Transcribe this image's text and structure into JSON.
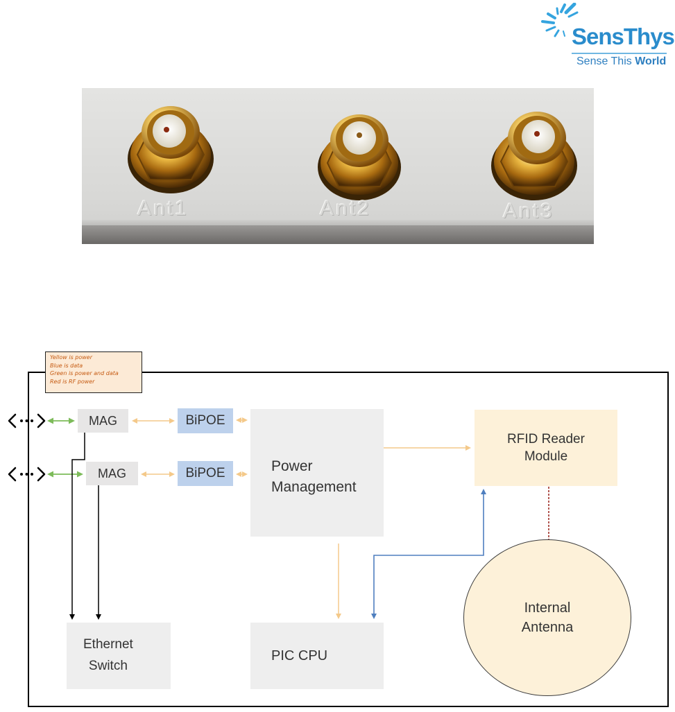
{
  "logo": {
    "name_part1": "Sens",
    "name_part2": "Thys",
    "tagline_part1": "Sense ",
    "tagline_part2": "This ",
    "tagline_part3": "World",
    "brand_color": "#2a8ccc"
  },
  "photo": {
    "port_labels": [
      "Ant1",
      "Ant2",
      "Ant3"
    ]
  },
  "legend": {
    "lines": [
      "Yellow is power",
      "Blue is data",
      "Green is power and data",
      "Red is RF power"
    ]
  },
  "blocks": {
    "mag_top": "MAG",
    "mag_bottom": "MAG",
    "bipoe_top": "BiPOE",
    "bipoe_bottom": "BiPOE",
    "power_management": "Power\nManagement",
    "rfid_reader": "RFID Reader\nModule",
    "internal_antenna": "Internal\nAntenna",
    "ethernet_switch": "Ethernet\nSwitch",
    "pic_cpu": "PIC CPU"
  },
  "colors": {
    "power": "#f4c98a",
    "data": "#4f7fbf",
    "power_and_data": "#7dbb5a",
    "rf_power": "#a03028"
  }
}
